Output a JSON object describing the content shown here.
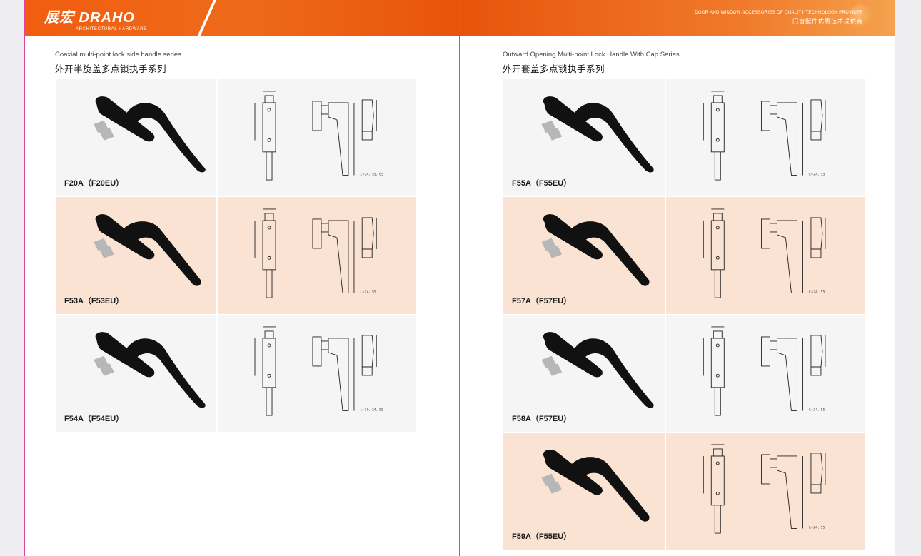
{
  "header_left": {
    "logo_text": "展宏 DRAHO",
    "logo_sub": "ARCHITECTURAL HARDWARE"
  },
  "header_right": {
    "tagline_en": "DOOR AND WINDOW ACCESSORIES OF QUALITY TECHNOLOGY PROVIDER",
    "tagline_cn": "门窗配件优质技术提供商"
  },
  "left_section": {
    "title_en": "Coaxial multi-point lock side handle series",
    "title_cn": "外开半旋盖多点锁执手系列",
    "products": [
      {
        "model": "F20A（F20EU）",
        "bg": "gray",
        "length_note": "L=24、55、65"
      },
      {
        "model": "F53A（F53EU）",
        "bg": "peach",
        "length_note": "L=24、55"
      },
      {
        "model": "F54A（F54EU）",
        "bg": "gray",
        "length_note": "L=20、24、55"
      }
    ]
  },
  "right_section": {
    "title_en": "Outward Opening Multi-point Lock Handle With Cap Series",
    "title_cn": "外开套盖多点锁执手系列",
    "products": [
      {
        "model": "F55A（F55EU）",
        "bg": "gray",
        "length_note": "L=24、55"
      },
      {
        "model": "F57A（F57EU）",
        "bg": "peach",
        "length_note": "L=24、55"
      },
      {
        "model": "F58A（F57EU）",
        "bg": "gray",
        "length_note": "L=24、55"
      },
      {
        "model": "F59A（F55EU）",
        "bg": "peach",
        "length_note": "L=24、55"
      }
    ]
  },
  "colors": {
    "banner_orange": "#f25d10",
    "peach_bg": "#fbe3d4",
    "gray_bg": "#f5f5f6",
    "fold_line": "#d7469a"
  }
}
